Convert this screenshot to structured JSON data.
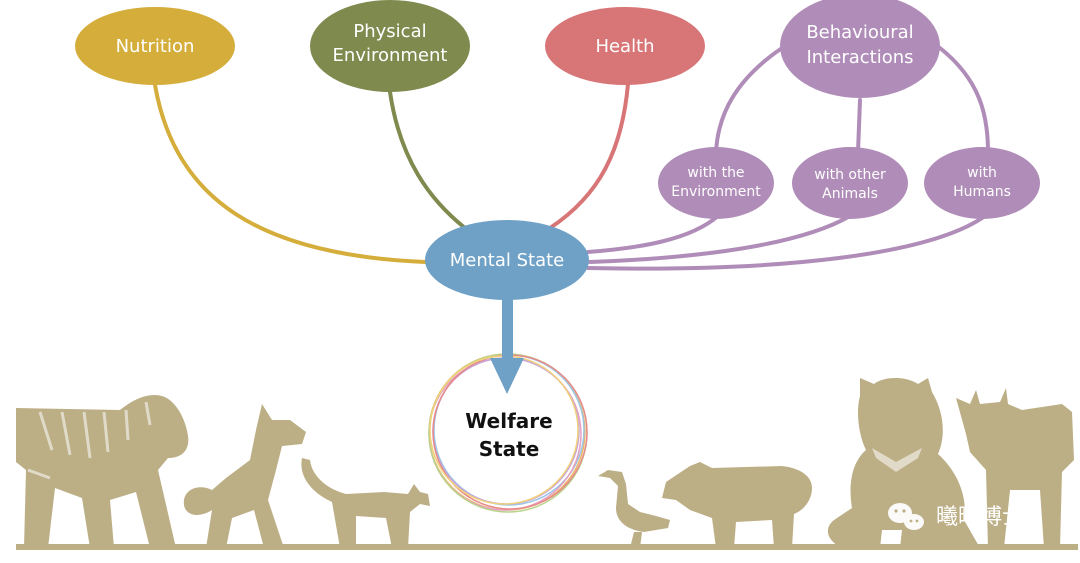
{
  "nodes": {
    "nutrition": {
      "label": "Nutrition",
      "color": "#d4ad3b"
    },
    "physical_environment": {
      "lines": [
        "Physical",
        "Environment"
      ],
      "color": "#7f8a4e"
    },
    "health": {
      "label": "Health",
      "color": "#d77577"
    },
    "behavioural_interactions": {
      "lines": [
        "Behavioural",
        "Interactions"
      ],
      "color": "#b08cb8"
    },
    "with_environment": {
      "lines": [
        "with the",
        "Environment"
      ],
      "color": "#b08cb8"
    },
    "with_animals": {
      "lines": [
        "with other",
        "Animals"
      ],
      "color": "#b08cb8"
    },
    "with_humans": {
      "lines": [
        "with",
        "Humans"
      ],
      "color": "#b08cb8"
    },
    "mental_state": {
      "label": "Mental State",
      "color": "#6fa1c7"
    },
    "welfare_state": {
      "lines": [
        "Welfare",
        "State"
      ]
    }
  },
  "silhouette_color": "#bcae85",
  "animals": [
    "tiger",
    "dog",
    "cat",
    "goose",
    "pig",
    "bear",
    "cow"
  ],
  "watermark": {
    "icon": "wechat-icon",
    "text": "曦曦博士"
  }
}
